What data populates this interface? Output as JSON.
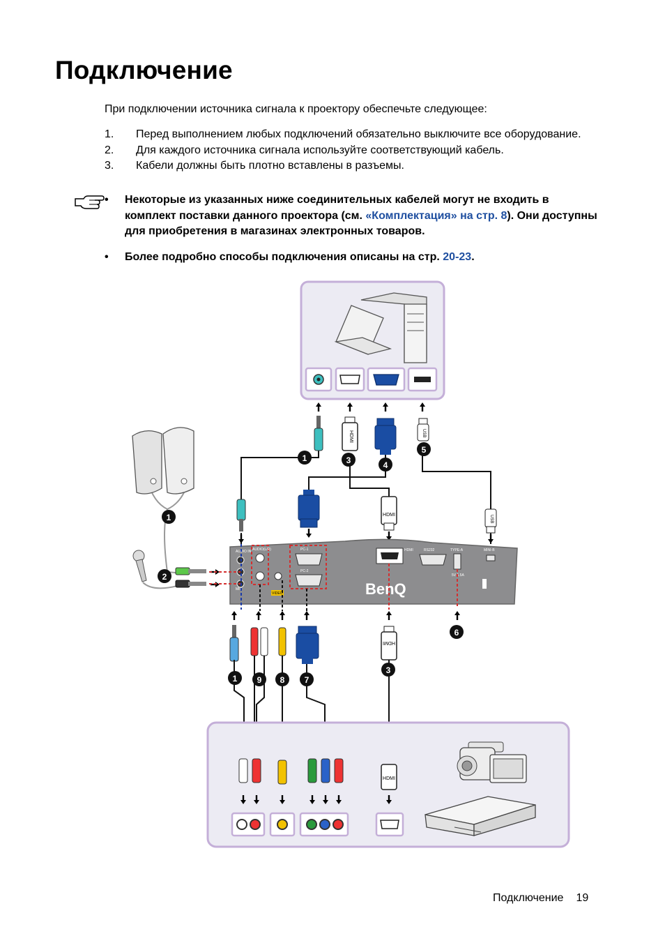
{
  "page": {
    "title": "Подключение",
    "intro": "При подключении источника сигнала к проектору обеспечьте следующее:",
    "steps": [
      {
        "num": "1.",
        "text": "Перед выполнением любых подключений обязательно выключите все оборудование."
      },
      {
        "num": "2.",
        "text": "Для каждого источника сигнала используйте соответствующий кабель."
      },
      {
        "num": "3.",
        "text": "Кабели должны быть плотно вставлены в разъемы."
      }
    ],
    "notes": [
      {
        "bullet": "•",
        "text": "Некоторые из указанных ниже соединительных кабелей могут не входить в комплект поставки данного проектора (см. ",
        "link": "«Комплектация» на стр. 8",
        "after": "). Они доступны для приобретения в магазинах электронных товаров."
      },
      {
        "bullet": "•",
        "text": "Более подробно способы подключения описаны на стр. ",
        "link": "20-23",
        "after": "."
      }
    ]
  },
  "diagram": {
    "brand": "BenQ",
    "cable_labels": {
      "hdmi": "HDMI",
      "usb": "USB"
    },
    "projector_port_labels": {
      "audio_in": "AUDIO IN",
      "audio_lr": "AUDIO(L/R)",
      "video": "VIDEO",
      "pc1": "PC-1",
      "pc2": "PC-2",
      "hdmi": "HDMI",
      "rs232": "RS232",
      "type_a": "TYPE-A",
      "mini_b": "MINI-B",
      "power": "5V 1.5A",
      "mic": "MIC"
    },
    "markers": [
      "1",
      "2",
      "3",
      "4",
      "5",
      "6",
      "7",
      "8",
      "9"
    ]
  },
  "footer": {
    "section": "Подключение",
    "page_number": "19"
  },
  "colors": {
    "link": "#1f4fa0",
    "panel_border": "#c4afd8",
    "panel_fill": "#ecebf3",
    "vga_blue": "#1a4da3",
    "red_dash": "#d32f2f",
    "blue_dash": "#1a3aa8",
    "projector": "#8d8d8f"
  }
}
